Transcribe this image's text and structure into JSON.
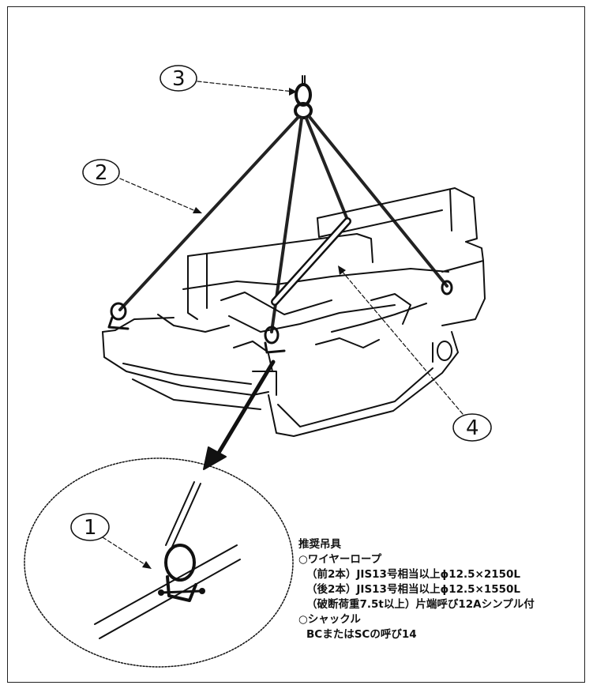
{
  "callouts": {
    "c1": "1",
    "c2": "2",
    "c3": "3",
    "c4": "4"
  },
  "notes": {
    "heading": "推奨吊具",
    "wire_title": "○ワイヤーロープ",
    "wire_front": "（前2本）JIS13号相当以上ϕ12.5×2150L",
    "wire_rear": "（後2本）JIS13号相当以上ϕ12.5×1550L",
    "wire_load": "（破断荷重7.5t以上）片端呼び12Aシンプル付",
    "shackle_title": "○シャックル",
    "shackle_spec": "BCまたはSCの呼び14"
  }
}
